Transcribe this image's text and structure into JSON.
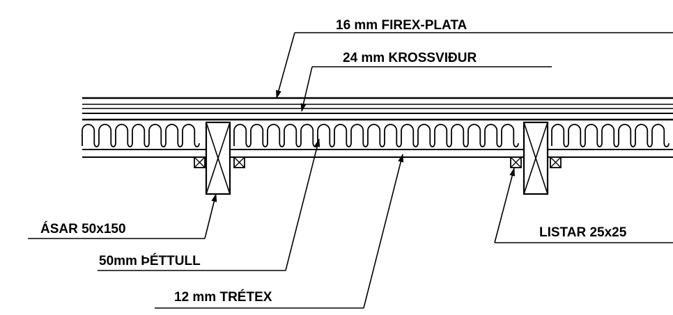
{
  "labels": {
    "firex": "16 mm FIREX-PLATA",
    "krossvidur": "24 mm KROSSVIÐUR",
    "asar": "ÁSAR 50x150",
    "listar": "LISTAR 25x25",
    "thettull": "50mm ÞÉTTULL",
    "tretex": "12 mm TRÉTEX"
  },
  "colors": {
    "ink": "#000000",
    "background": "#ffffff"
  }
}
